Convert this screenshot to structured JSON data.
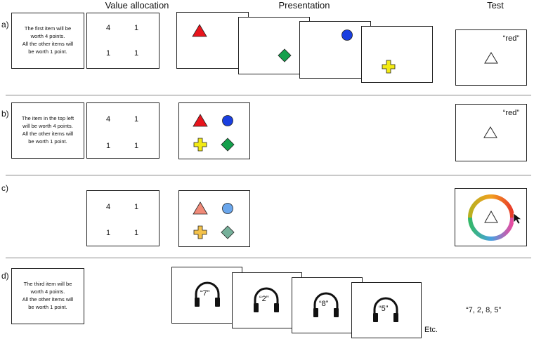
{
  "headers": {
    "value_allocation": "Value allocation",
    "presentation": "Presentation",
    "test": "Test"
  },
  "rows": {
    "a": {
      "label": "a)",
      "instruction_lines": [
        "The first item will be",
        "worth 4 points.",
        "All the other items will",
        "be worth 1 point."
      ],
      "grid": [
        "4",
        "1",
        "1",
        "1"
      ],
      "test_word": "“red”"
    },
    "b": {
      "label": "b)",
      "instruction_lines": [
        "The item in the top left",
        "will be worth 4 points.",
        "All the other items will",
        "be worth 1 point."
      ],
      "grid": [
        "4",
        "1",
        "1",
        "1"
      ],
      "test_word": "“red”"
    },
    "c": {
      "label": "c)",
      "grid": [
        "4",
        "1",
        "1",
        "1"
      ]
    },
    "d": {
      "label": "d)",
      "instruction_lines": [
        "The third item will be",
        "worth 4 points.",
        "All the other items will",
        "be worth 1 point."
      ],
      "spoken": [
        "“7”",
        "“2”",
        "“8”",
        "“5”"
      ],
      "etc": "Etc.",
      "recall": "“7, 2, 8, 5”"
    }
  },
  "colors": {
    "red": "#e8141c",
    "blue": "#1a3fe0",
    "green": "#14a04c",
    "yellow": "#f2ea14",
    "pale_red": "#f08a78",
    "pale_blue": "#6aa6ec",
    "pale_green": "#76b09a",
    "pale_yellow": "#f4c24a"
  },
  "icons": [
    "triangle-icon",
    "diamond-icon",
    "circle-icon",
    "cross-icon",
    "headphones-icon",
    "color-wheel-icon",
    "mouse-cursor-icon"
  ]
}
